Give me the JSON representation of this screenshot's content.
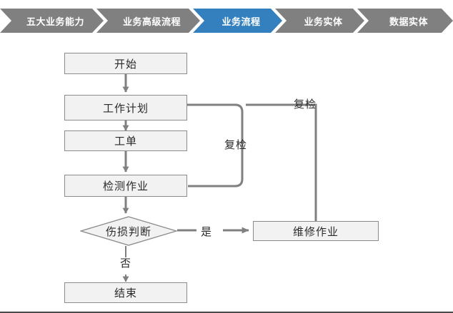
{
  "breadcrumb": {
    "items": [
      {
        "label": "五大业务能力",
        "state": "inactive"
      },
      {
        "label": "业务高级流程",
        "state": "inactive"
      },
      {
        "label": "业务流程",
        "state": "active"
      },
      {
        "label": "业务实体",
        "state": "inactive"
      },
      {
        "label": "数据实体",
        "state": "inactive"
      }
    ],
    "active_color": "#3480be",
    "inactive_color": "#808080",
    "text_color": "#ffffff"
  },
  "flow": {
    "nodes": {
      "start": {
        "label": "开始",
        "shape": "rect"
      },
      "work_plan": {
        "label": "工作计划",
        "shape": "rect"
      },
      "work_order": {
        "label": "工单",
        "shape": "rect"
      },
      "inspection": {
        "label": "检测作业",
        "shape": "rect"
      },
      "damage_decision": {
        "label": "伤损判断",
        "shape": "diamond"
      },
      "repair": {
        "label": "维修作业",
        "shape": "rect"
      },
      "end": {
        "label": "结束",
        "shape": "rect"
      }
    },
    "edge_labels": {
      "recheck_inner": "复检",
      "recheck_outer": "复检",
      "yes": "是",
      "no": "否"
    },
    "node_fill": "#f2f2f2",
    "node_border": "#8c8c8c",
    "wire_color": "#808080"
  }
}
